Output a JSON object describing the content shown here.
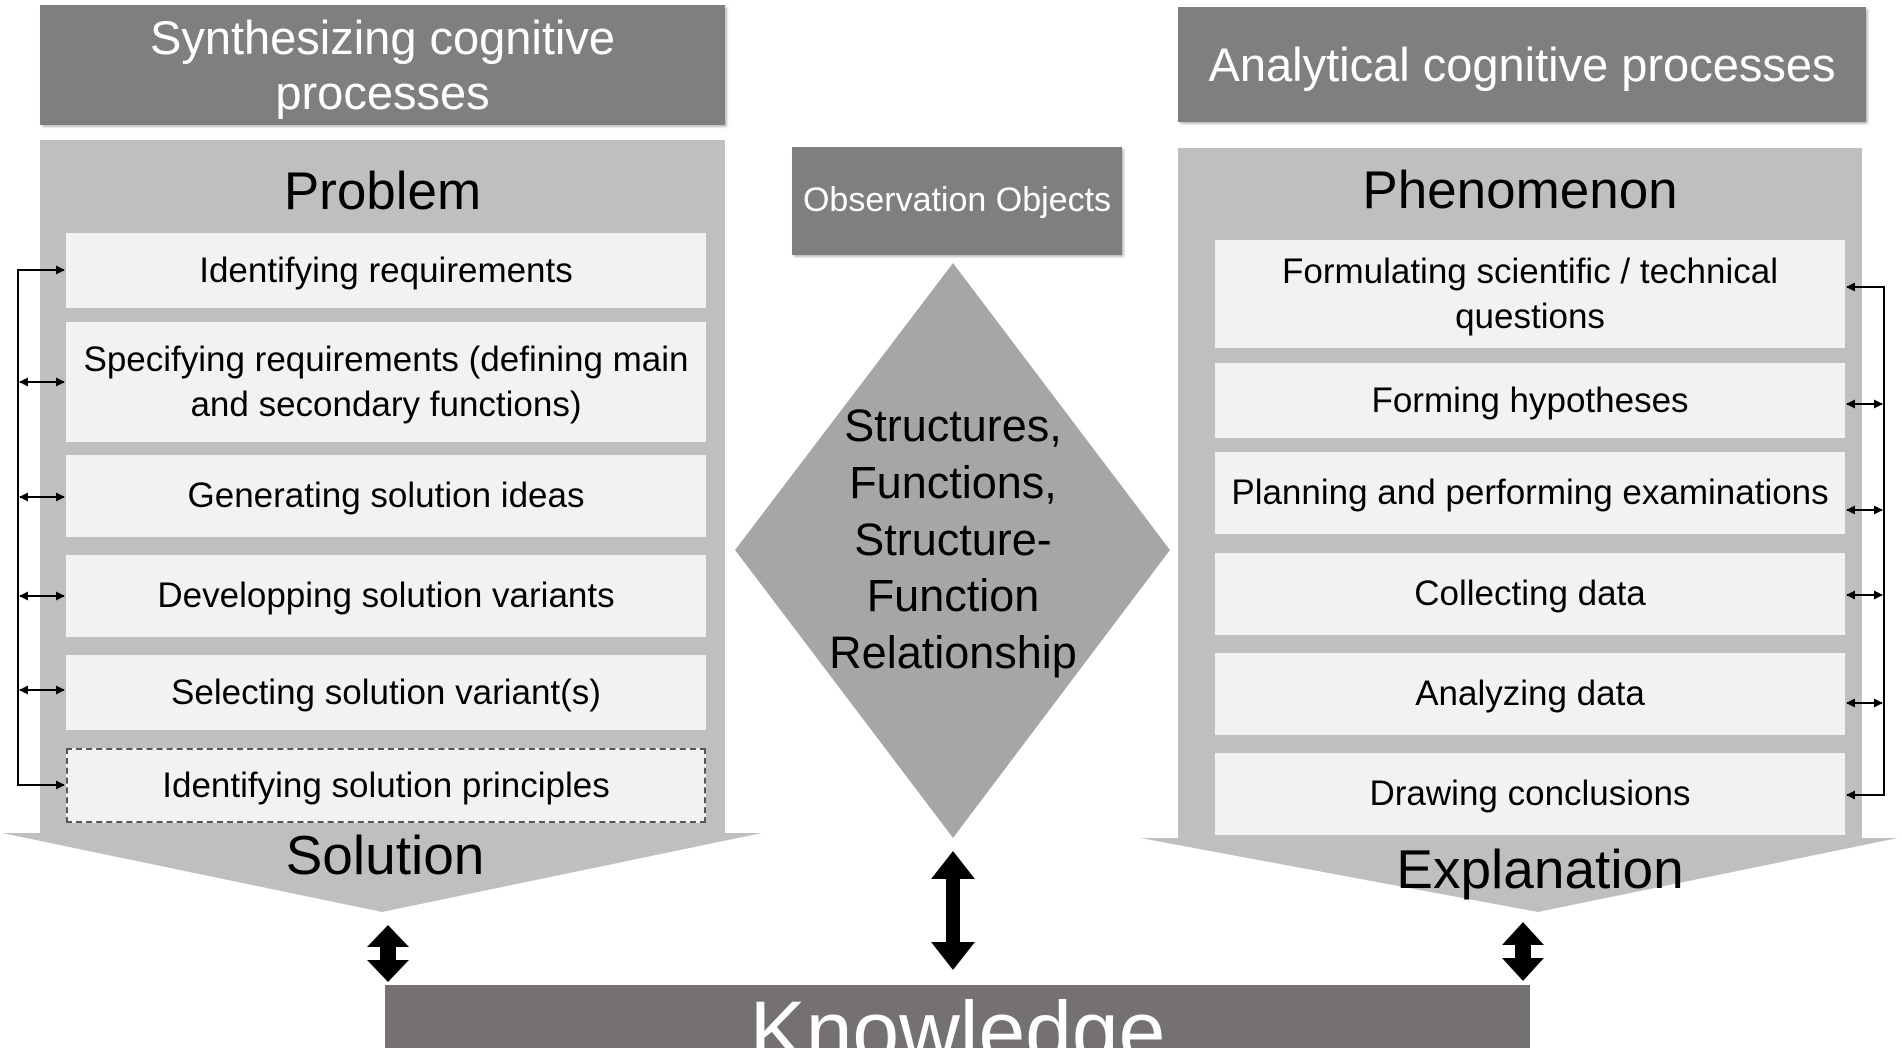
{
  "left": {
    "header": "Synthesizing cognitive processes",
    "title": "Problem",
    "steps": [
      "Identifying requirements",
      "Specifying requirements (defining main and secondary functions)",
      "Generating solution ideas",
      "Developping solution variants",
      "Selecting solution variant(s)",
      "Identifying solution principles"
    ],
    "outcome": "Solution"
  },
  "center": {
    "header": "Observation Objects",
    "diamond_text": "Structures, Functions, Structure-Function Relationship"
  },
  "right": {
    "header": "Analytical cognitive processes",
    "title": "Phenomenon",
    "steps": [
      "Formulating scientific / technical questions",
      "Forming hypotheses",
      "Planning and performing examinations",
      "Collecting data",
      "Analyzing data",
      "Drawing conclusions"
    ],
    "outcome": "Explanation"
  },
  "bottom": {
    "label": "Knowledge"
  },
  "colors": {
    "header_gray": "#7f7f7f",
    "panel_gray": "#bfbfbf",
    "step_fill": "#f2f2f2",
    "diamond_gray": "#a6a6a6",
    "knowledge_bar": "#767171"
  }
}
